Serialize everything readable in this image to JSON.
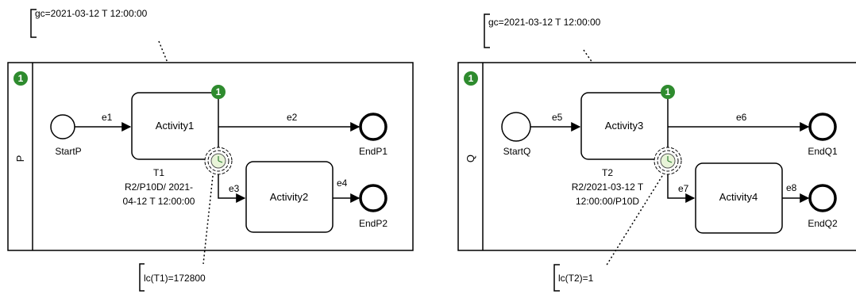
{
  "pools": [
    {
      "name": "P",
      "annotation_top": "gc=2021-03-12 T 12:00:00",
      "annotation_bottom": "lc(T1)=172800",
      "start": "StartP",
      "activity_main": "Activity1",
      "activity_branch": "Activity2",
      "end_top": "EndP1",
      "end_bottom": "EndP2",
      "edges": {
        "start_to_main": "e1",
        "main_to_end": "e2",
        "timer_to_branch": "e3",
        "branch_to_end": "e4"
      },
      "timer_name": "T1",
      "timer_line1": "R2/P10D/ 2021-",
      "timer_line2": "04-12 T 12:00:00",
      "marker": "1",
      "activity_marker": "1"
    },
    {
      "name": "Q",
      "annotation_top": "gc=2021-03-12 T 12:00:00",
      "annotation_bottom": "lc(T2)=1",
      "start": "StartQ",
      "activity_main": "Activity3",
      "activity_branch": "Activity4",
      "end_top": "EndQ1",
      "end_bottom": "EndQ2",
      "edges": {
        "start_to_main": "e5",
        "main_to_end": "e6",
        "timer_to_branch": "e7",
        "branch_to_end": "e8"
      },
      "timer_name": "T2",
      "timer_line1": "R2/2021-03-12 T",
      "timer_line2": "12:00:00/P10D",
      "marker": "1",
      "activity_marker": "1"
    }
  ],
  "colors": {
    "marker_green": "#2e8b2e",
    "clock_face": "#e8f4d8"
  }
}
